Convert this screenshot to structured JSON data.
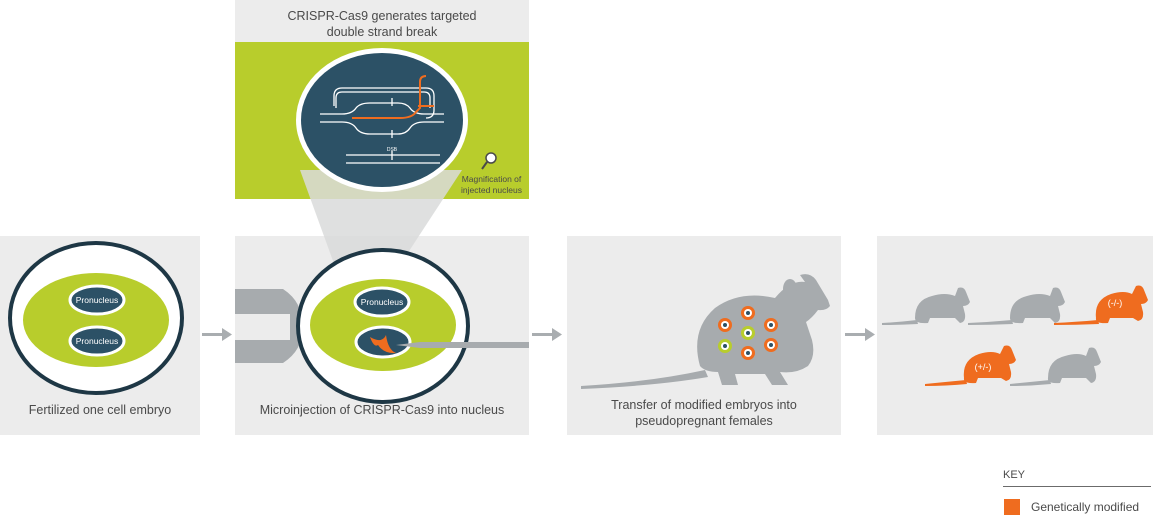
{
  "magnification": {
    "title_line1": "CRISPR-Cas9 generates targeted",
    "title_line2": "double strand break",
    "dsb_label": "DSB",
    "note_line1": "Magnification of",
    "note_line2": "injected nucleus"
  },
  "panels": [
    {
      "caption": "Fertilized one cell embryo",
      "pronucleus_labels": [
        "Pronucleus",
        "Pronucleus"
      ]
    },
    {
      "caption": "Microinjection of CRISPR-Cas9 into nucleus",
      "pronucleus_label": "Pronucleus"
    },
    {
      "caption_line1": "Transfer of modified embryos into",
      "caption_line2": "pseudopregnant females"
    },
    {
      "genotype_labels": [
        "(-/-)",
        "(+/-)"
      ]
    }
  ],
  "key": {
    "title": "KEY",
    "items": [
      {
        "label": "Genetically modified",
        "color": "#ef6c1f"
      }
    ]
  },
  "colors": {
    "panel_bg": "#ececec",
    "lime": "#b8cd2c",
    "navy": "#2c5166",
    "orange": "#ef6c1f",
    "gray_mouse": "#a7abae",
    "arrow": "#a9adb0"
  },
  "icons": [
    "magnifier-icon",
    "pipette-icon",
    "needle-icon",
    "arrow-icon",
    "mouse-icon"
  ]
}
